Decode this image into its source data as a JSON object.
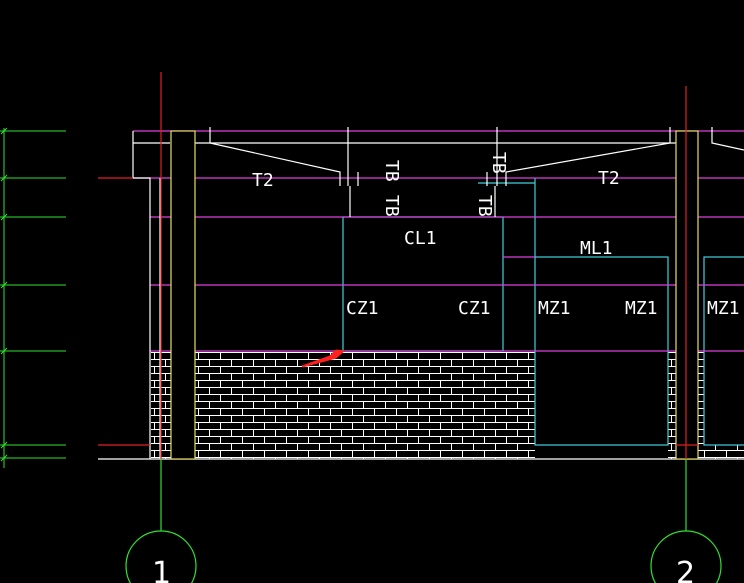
{
  "colors": {
    "background": "#000000",
    "frame": "#ffffff",
    "slab": "#e040e0",
    "column_outline": "#e8e060",
    "axis": "#e02020",
    "opening": "#40d0e0",
    "dimension": "#30e030",
    "brick": "#ffffff",
    "arrow": "#ff2020"
  },
  "labels": {
    "t2_left": "T2",
    "t2_right": "T2",
    "tb_1": "TB",
    "tb_2": "TB",
    "tb_3": "TB",
    "tb_4": "TB",
    "cl1": "CL1",
    "cz1_left": "CZ1",
    "cz1_right": "CZ1",
    "ml1": "ML1",
    "mz1_a": "MZ1",
    "mz1_b": "MZ1",
    "mz1_c": "MZ1"
  },
  "axes": {
    "axis_1": "1",
    "axis_2": "2"
  },
  "annotations": {
    "arrow_icon": "red-arrow-pointer"
  }
}
